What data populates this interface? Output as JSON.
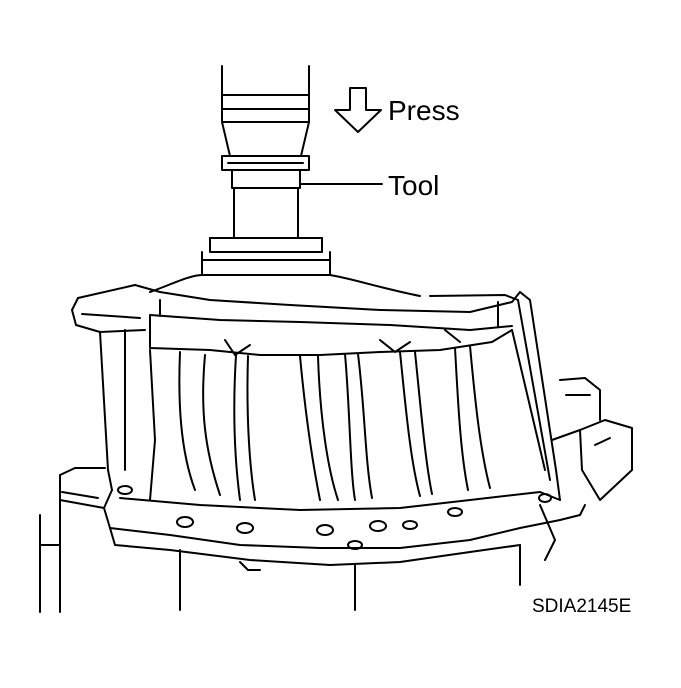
{
  "labels": {
    "press": "Press",
    "tool": "Tool",
    "figure_id": "SDIA2145E"
  },
  "colors": {
    "line": "#000000",
    "background": "#ffffff"
  }
}
